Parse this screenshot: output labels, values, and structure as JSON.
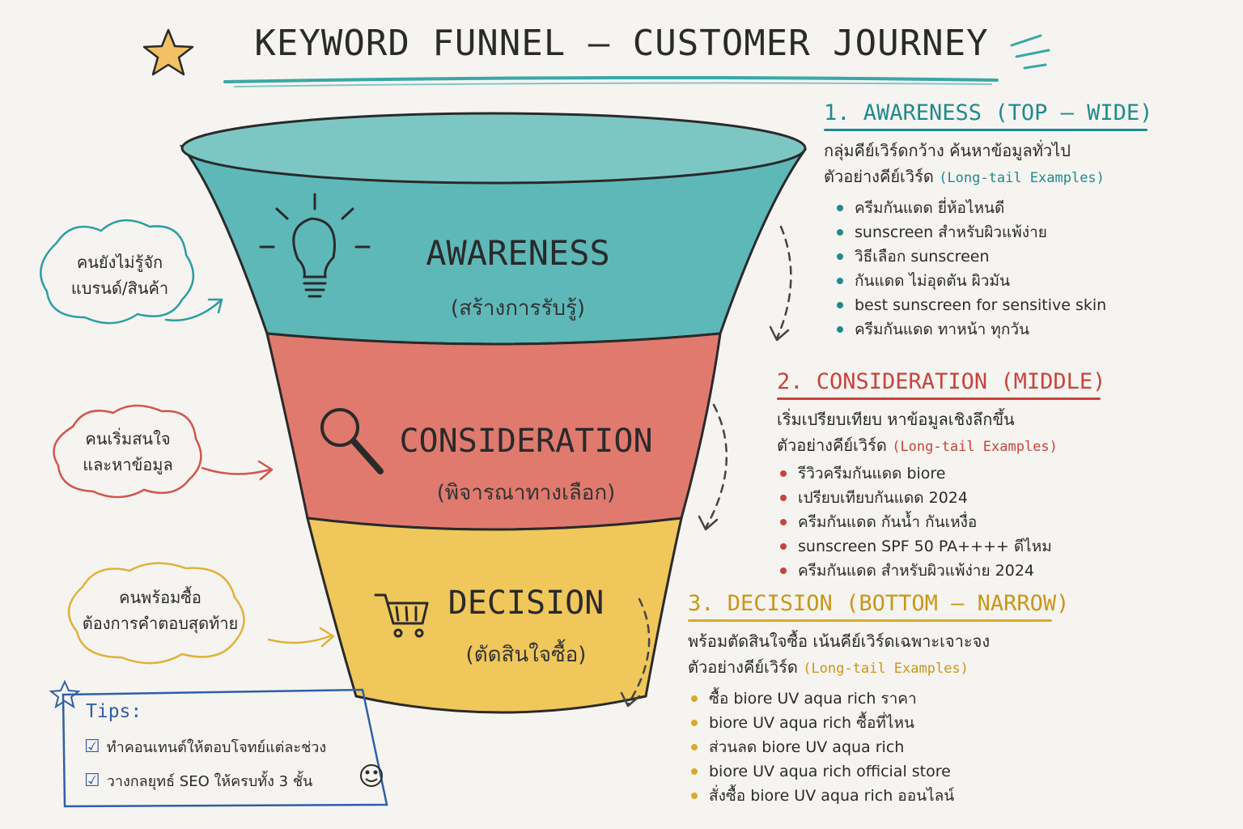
{
  "title": "KEYWORD FUNNEL – CUSTOMER JOURNEY",
  "colors": {
    "awareness": "#5fb8b8",
    "consideration": "#e07a6f",
    "decision": "#f0c75a",
    "teal_text": "#1f8a8f",
    "red_text": "#c9433b",
    "gold_text": "#c9961a",
    "tips_blue": "#2f5fa8"
  },
  "funnel": {
    "awareness": {
      "title": "AWARENESS",
      "subtitle": "(สร้างการรับรู้)",
      "icon": "lightbulb-icon"
    },
    "consideration": {
      "title": "CONSIDERATION",
      "subtitle": "(พิจารณาทางเลือก)",
      "icon": "magnifier-icon"
    },
    "decision": {
      "title": "DECISION",
      "subtitle": "(ตัดสินใจซื้อ)",
      "icon": "cart-icon"
    }
  },
  "callouts": {
    "awareness": [
      "คนยังไม่รู้จัก",
      "แบรนด์/สินค้า"
    ],
    "consideration": [
      "คนเริ่มสนใจ",
      "และหาข้อมูล"
    ],
    "decision": [
      "คนพร้อมซื้อ",
      "ต้องการคำตอบสุดท้าย"
    ]
  },
  "sections": {
    "awareness": {
      "heading": "1. AWARENESS (TOP – WIDE)",
      "desc": "กลุ่มคีย์เวิร์ดกว้าง ค้นหาข้อมูลทั่วไป",
      "examples_th": "ตัวอย่างคีย์เวิร์ด",
      "examples_en": "(Long-tail Examples)",
      "items": [
        "ครีมกันแดด ยี่ห้อไหนดี",
        "sunscreen สำหรับผิวแพ้ง่าย",
        "วิธีเลือก sunscreen",
        "กันแดด ไม่อุดตัน ผิวมัน",
        "best sunscreen for sensitive skin",
        "ครีมกันแดด ทาหน้า ทุกวัน"
      ]
    },
    "consideration": {
      "heading": "2. CONSIDERATION (MIDDLE)",
      "desc": "เริ่มเปรียบเทียบ หาข้อมูลเชิงลึกขึ้น",
      "examples_th": "ตัวอย่างคีย์เวิร์ด",
      "examples_en": "(Long-tail Examples)",
      "items": [
        "รีวิวครีมกันแดด biore",
        "เปรียบเทียบกันแดด 2024",
        "ครีมกันแดด กันน้ำ กันเหงื่อ",
        "sunscreen SPF 50 PA++++ ดีไหม",
        "ครีมกันแดด สำหรับผิวแพ้ง่าย 2024"
      ]
    },
    "decision": {
      "heading": "3. DECISION (BOTTOM – NARROW)",
      "desc": "พร้อมตัดสินใจซื้อ เน้นคีย์เวิร์ดเฉพาะเจาะจง",
      "examples_th": "ตัวอย่างคีย์เวิร์ด",
      "examples_en": "(Long-tail Examples)",
      "items": [
        "ซื้อ biore UV aqua rich ราคา",
        "biore UV aqua rich ซื้อที่ไหน",
        "ส่วนลด biore UV aqua rich",
        "biore UV aqua rich official store",
        "สั่งซื้อ biore UV aqua rich ออนไลน์"
      ]
    }
  },
  "tips": {
    "label": "Tips:",
    "items": [
      "ทำคอนเทนต์ให้ตอบโจทย์แต่ละช่วง",
      "วางกลยุทธ์ SEO ให้ครบทั้ง 3 ชั้น"
    ]
  }
}
